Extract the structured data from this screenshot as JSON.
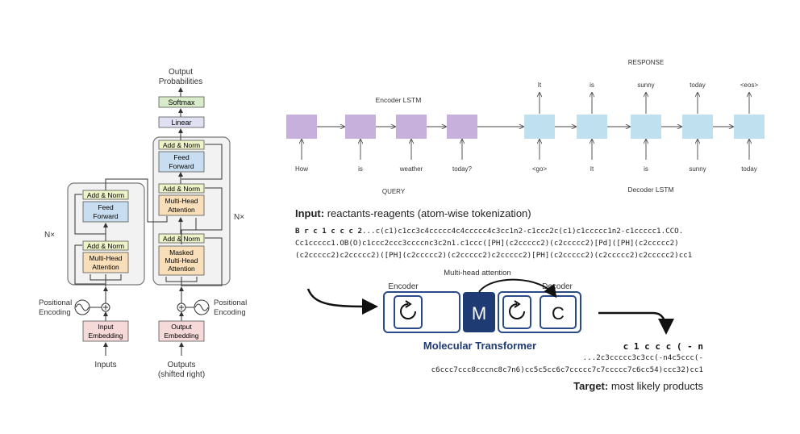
{
  "transformer": {
    "output_probabilities": [
      "Output",
      "Probabilities"
    ],
    "softmax": "Softmax",
    "linear": "Linear",
    "add_norm": "Add & Norm",
    "feed_forward": [
      "Feed",
      "Forward"
    ],
    "multi_head_attention": [
      "Multi-Head",
      "Attention"
    ],
    "masked_attention": [
      "Masked",
      "Multi-Head",
      "Attention"
    ],
    "nx": "N×",
    "positional_encoding": [
      "Positional",
      "Encoding"
    ],
    "input_embedding": [
      "Input",
      "Embedding"
    ],
    "output_embedding": [
      "Output",
      "Embedding"
    ],
    "inputs": "Inputs",
    "outputs": [
      "Outputs",
      "(shifted right)"
    ],
    "colors": {
      "softmax": "#d9ecc9",
      "linear": "#dfe1f3",
      "add_norm": "#eef3c8",
      "feed_forward": "#c8def0",
      "attention": "#f8dfb9",
      "embedding": "#f6d9d9",
      "block_bg": "#f2f2f2"
    }
  },
  "seq2seq": {
    "response": "RESPONSE",
    "encoder_lstm": "Encoder LSTM",
    "decoder_lstm": "Decoder LSTM",
    "query": "QUERY",
    "encoder_inputs": [
      "How",
      "is",
      "weather",
      "today?"
    ],
    "decoder_inputs": [
      "<go>",
      "It",
      "is",
      "sunny",
      "today"
    ],
    "decoder_outputs": [
      "It",
      "is",
      "sunny",
      "today",
      "<eos>"
    ],
    "colors": {
      "encoder_cell": "#c7b0dc",
      "decoder_cell": "#bfe0ee"
    }
  },
  "molecular": {
    "input_label": "Input:",
    "input_desc": "reactants-reagents (atom-wise tokenization)",
    "smiles_prefix": "B r c 1 c c c 2",
    "smiles_line1": "...c(c1)c1cc3c4ccccc4c4ccccc4c3cc1n2-c1ccc2c(c1)c1ccccc1n2-c1ccccc1.CCO.",
    "smiles_line2": "Cc1ccccc1.OB(O)c1ccc2ccc3ccccnc3c2n1.c1ccc([PH](c2ccccc2)(c2ccccc2)[Pd]([PH](c2ccccc2)",
    "smiles_line3": "(c2ccccc2)c2ccccc2)([PH](c2ccccc2)(c2ccccc2)c2ccccc2)[PH](c2ccccc2)(c2ccccc2)c2ccccc2)cc1",
    "multi_head_attention": "Multi-head attention",
    "encoder": "Encoder",
    "decoder": "Decoder",
    "m_letter": "M",
    "c_letter": "C",
    "model_name": "Molecular Transformer",
    "output_prefix": "c 1 c c c ( - n",
    "output_line1": "...2c3ccccc3c3cc(-n4c5ccc(-",
    "output_line2": "c6ccc7ccc8cccnc8c7n6)cc5c5cc6c7ccccc7c7ccccc7c6cc54)ccc32)cc1",
    "target_label": "Target:",
    "target_desc": "most likely products",
    "colors": {
      "brand": "#1f3b73",
      "frame": "#2a4a8a"
    }
  }
}
